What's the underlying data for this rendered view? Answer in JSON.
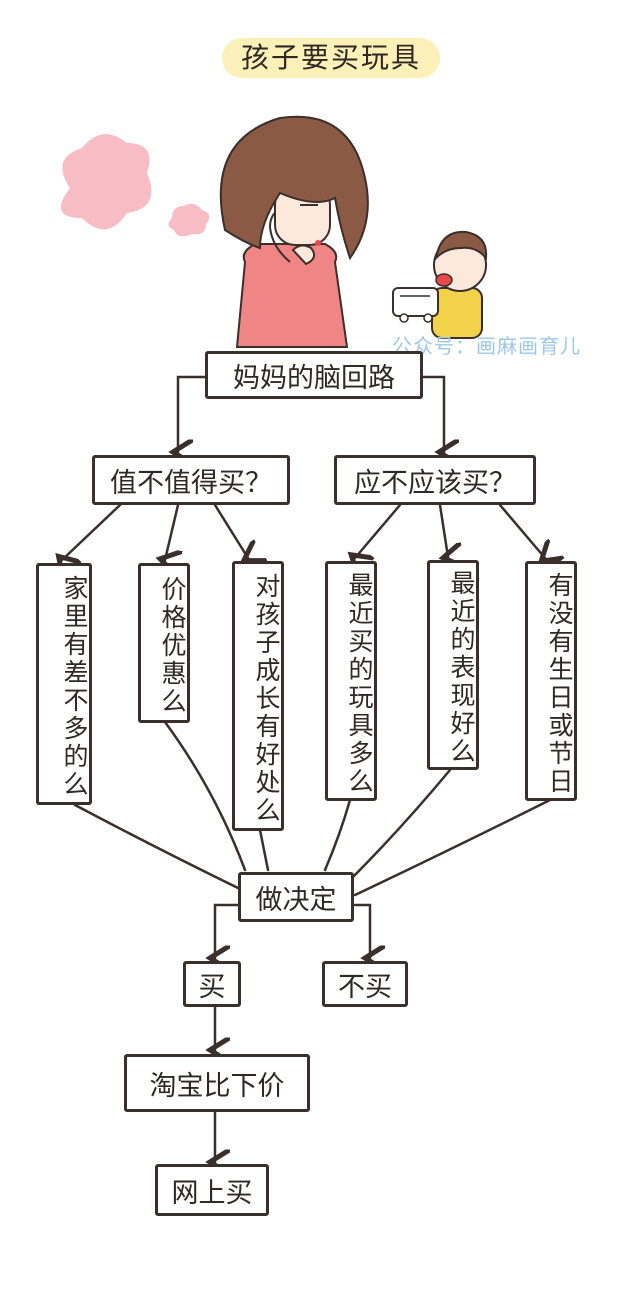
{
  "title": "孩子要买玩具",
  "watermark": "公众号：画麻画育儿",
  "nodes": {
    "root": "妈妈的脑回路",
    "worth": "值不值得买？",
    "should": "应不应该买？",
    "w1": "家里有差不多的么",
    "w2": "价格优惠么",
    "w3": "对孩子成长有好处么",
    "s1": "最近买的玩具多么",
    "s2": "最近的表现好么",
    "s3": "有没有生日或节日",
    "decide": "做决定",
    "buy": "买",
    "nobuy": "不买",
    "compare": "淘宝比下价",
    "online": "网上买"
  },
  "colors": {
    "title_bg": "#fbf0b8",
    "hair": "#8a5a44",
    "shirt": "#f08585",
    "skin": "#fde8dc",
    "cloud": "#f7bcc4",
    "child_shirt": "#f2d24a",
    "watermark": "#9dc8e8",
    "line": "#3a2f2b"
  }
}
